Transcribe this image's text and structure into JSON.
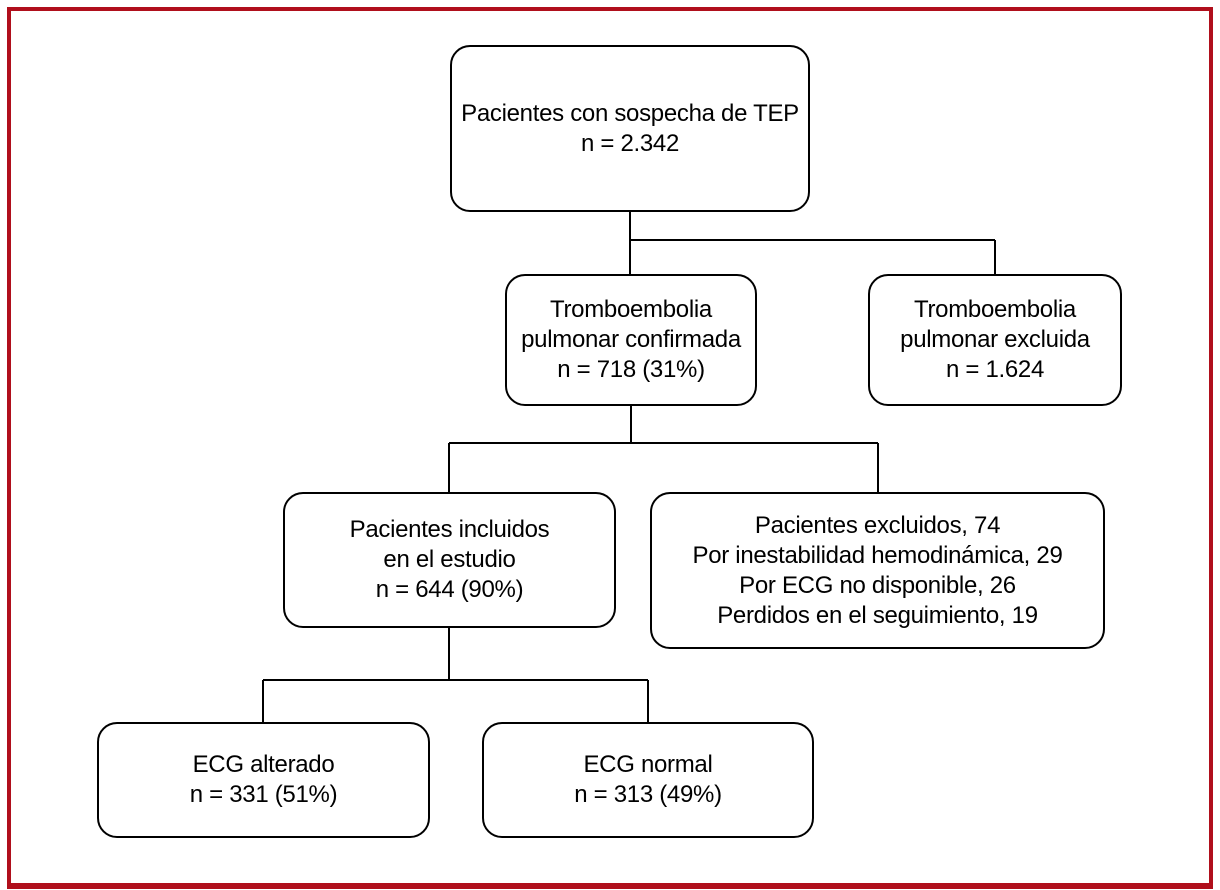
{
  "figure": {
    "frame_color": "#b00f1c",
    "line_color": "#000000",
    "background": "#ffffff"
  },
  "flowchart": {
    "nodes": {
      "suspected": {
        "lines": [
          "Pacientes con sospecha de TEP",
          "n = 2.342"
        ]
      },
      "confirmed": {
        "lines": [
          "Tromboembolia",
          "pulmonar confirmada",
          "n = 718 (31%)"
        ]
      },
      "excluded_pe": {
        "lines": [
          "Tromboembolia",
          "pulmonar excluida",
          "n = 1.624"
        ]
      },
      "included": {
        "lines": [
          "Pacientes incluidos",
          "en el estudio",
          "n = 644 (90%)"
        ]
      },
      "excluded_patients": {
        "lines": [
          "Pacientes excluidos, 74",
          "Por inestabilidad hemodinámica, 29",
          "Por ECG no disponible, 26",
          "Perdidos en el seguimiento, 19"
        ]
      },
      "ecg_altered": {
        "lines": [
          "ECG alterado",
          "n = 331 (51%)"
        ]
      },
      "ecg_normal": {
        "lines": [
          "ECG normal",
          "n = 313 (49%)"
        ]
      }
    }
  }
}
